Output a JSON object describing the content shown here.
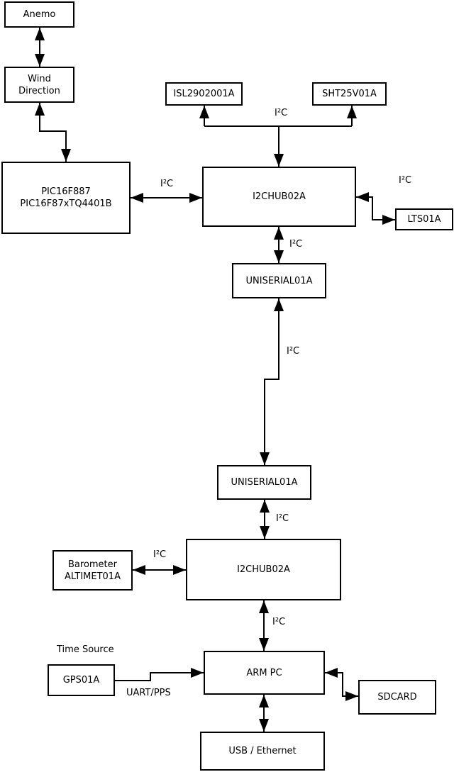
{
  "colors": {
    "stroke": "#000000",
    "background": "#ffffff"
  },
  "labels": {
    "i2c": "I²C",
    "time_source": "Time Source",
    "uart_pps": "UART/PPS"
  },
  "nodes": {
    "anemo": {
      "label": "Anemo"
    },
    "wind_direction": {
      "line1": "Wind",
      "line2": "Direction"
    },
    "pic": {
      "line1": "PIC16F887",
      "line2": "PIC16F87xTQ4401B"
    },
    "isl": {
      "label": "ISL2902001A"
    },
    "sht": {
      "label": "SHT25V01A"
    },
    "i2c_hub_top": {
      "label": "I2CHUB02A"
    },
    "lts": {
      "label": "LTS01A"
    },
    "uniserial_top": {
      "label": "UNISERIAL01A"
    },
    "uniserial_bottom": {
      "label": "UNISERIAL01A"
    },
    "i2c_hub_bottom": {
      "label": "I2CHUB02A"
    },
    "barometer": {
      "line1": "Barometer",
      "line2": "ALTIMET01A"
    },
    "arm_pc": {
      "label": "ARM PC"
    },
    "gps": {
      "label": "GPS01A"
    },
    "sdcard": {
      "label": "SDCARD"
    },
    "usb_ethernet": {
      "label": "USB / Ethernet"
    }
  },
  "edges": [
    {
      "from": "Anemo",
      "to": "Wind Direction",
      "bidirectional": true,
      "label": ""
    },
    {
      "from": "Wind Direction",
      "to": "PIC16F887 PIC16F87xTQ4401B",
      "bidirectional": true,
      "label": ""
    },
    {
      "from": "PIC16F887 PIC16F87xTQ4401B",
      "to": "I2CHUB02A (top)",
      "bidirectional": true,
      "label": "I²C"
    },
    {
      "from": "I2CHUB02A (top)",
      "to": "ISL2902001A",
      "bidirectional": true,
      "label": "I²C"
    },
    {
      "from": "I2CHUB02A (top)",
      "to": "SHT25V01A",
      "bidirectional": true,
      "label": "I²C"
    },
    {
      "from": "I2CHUB02A (top)",
      "to": "LTS01A",
      "bidirectional": true,
      "label": "I²C"
    },
    {
      "from": "I2CHUB02A (top)",
      "to": "UNISERIAL01A (top)",
      "bidirectional": true,
      "label": "I²C"
    },
    {
      "from": "UNISERIAL01A (top)",
      "to": "UNISERIAL01A (bottom)",
      "bidirectional": true,
      "label": "I²C"
    },
    {
      "from": "UNISERIAL01A (bottom)",
      "to": "I2CHUB02A (bottom)",
      "bidirectional": true,
      "label": "I²C"
    },
    {
      "from": "Barometer ALTIMET01A",
      "to": "I2CHUB02A (bottom)",
      "bidirectional": true,
      "label": "I²C"
    },
    {
      "from": "I2CHUB02A (bottom)",
      "to": "ARM PC",
      "bidirectional": true,
      "label": "I²C"
    },
    {
      "from": "GPS01A",
      "to": "ARM PC",
      "bidirectional": false,
      "label": "UART/PPS"
    },
    {
      "from": "ARM PC",
      "to": "SDCARD",
      "bidirectional": true,
      "label": ""
    },
    {
      "from": "ARM PC",
      "to": "USB / Ethernet",
      "bidirectional": true,
      "label": ""
    }
  ]
}
